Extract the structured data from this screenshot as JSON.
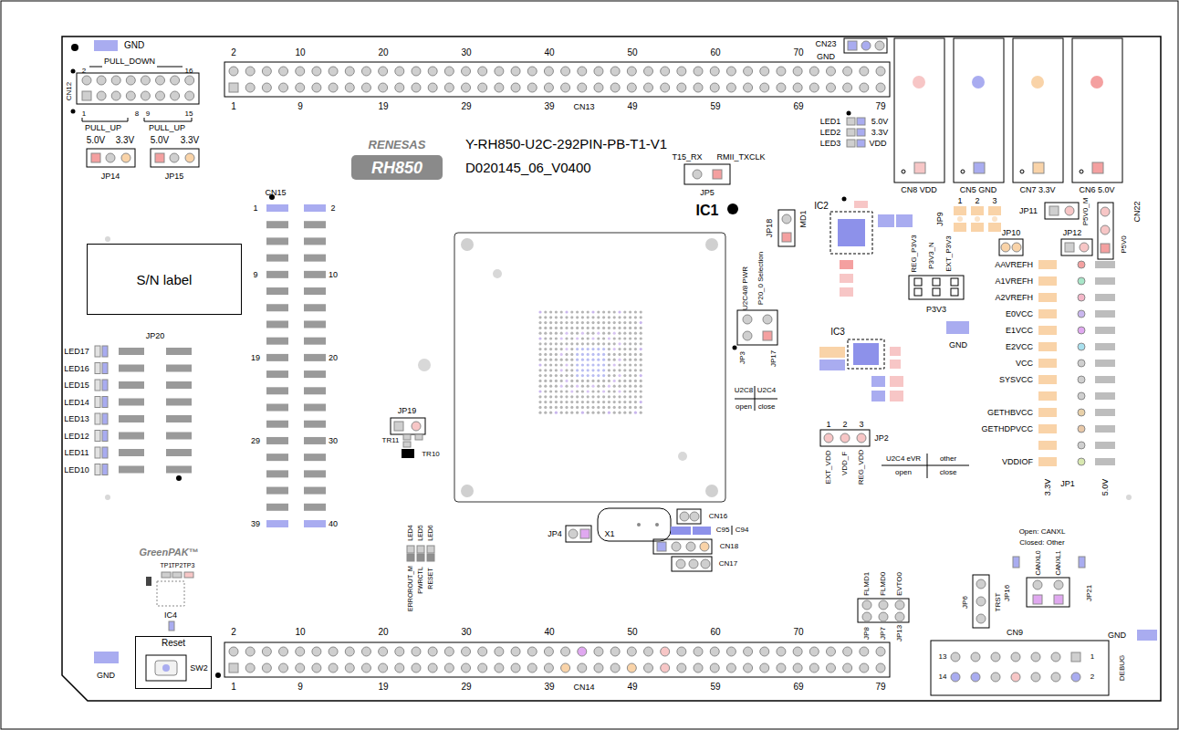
{
  "diagram": {
    "nodes": [
      {
        "text": [
          "S/N label"
        ]
      },
      {
        "text": [
          "Reset"
        ]
      }
    ],
    "labels": [
      "GND",
      "PULL_DOWN",
      "2",
      "16",
      "CN12",
      "1",
      "8",
      "9",
      "15",
      "PULL_UP",
      "PULL_UP",
      "5.0V",
      "3.3V",
      "5.0V",
      "3.3V",
      "JP14",
      "JP15",
      "2",
      "10",
      "20",
      "30",
      "40",
      "50",
      "60",
      "70",
      "1",
      "9",
      "19",
      "29",
      "39",
      "CN13",
      "49",
      "59",
      "69",
      "79",
      "CN23",
      "GND",
      "LED1",
      "LED2",
      "LED3",
      "5.0V",
      "3.3V",
      "VDD",
      "RENESAS",
      "RH850",
      "Y-RH850-U2C-292PIN-PB-T1-V1",
      "D020145_06_V0400",
      "T15_RX",
      "RMII_TXCLK",
      "JP5",
      "IC1",
      "JP18",
      "MD1",
      "CN8 VDD",
      "CN5 GND",
      "CN7 3.3V",
      "CN6 5.0V",
      "IC2",
      "JP9",
      "1",
      "2",
      "3",
      "JP11",
      "P5V0_M",
      "CN22",
      "JP10",
      "JP12",
      "P5V0",
      "REG_P3V3",
      "P3V3_N",
      "EXT_P3V3",
      "P3V3",
      "AAVREFH",
      "A1VREFH",
      "A2VREFH",
      "E0VCC",
      "E1VCC",
      "E2VCC",
      "VCC",
      "SYSVCC",
      "GETHBVCC",
      "GETHDPVCC",
      "VDDIOF",
      "3.3V",
      "JP1",
      "5.0V",
      "GND",
      "IC3",
      "U2C4/8 PWR",
      "P20_0 Selection",
      "JP3",
      "JP17",
      "U2C8",
      "U2C4",
      "open",
      "close",
      "CN15",
      "1",
      "2",
      "9",
      "10",
      "19",
      "20",
      "29",
      "30",
      "39",
      "40",
      "JP20",
      "LED17",
      "LED16",
      "LED15",
      "LED14",
      "LED13",
      "LED12",
      "LED11",
      "LED10",
      "JP19",
      "TR11",
      "TR10",
      "1",
      "2",
      "3",
      "JP2",
      "EXT_VDD",
      "VDD_F",
      "REG_VDD",
      "U2C4 eVR",
      "other",
      "open",
      "close",
      "JP4",
      "X1",
      "CN16",
      "C95",
      "C94",
      "CN18",
      "CN17",
      "LED4",
      "LED5",
      "LED6",
      "ERROROUT_M",
      "PWRCTL",
      "RESET",
      "GreenPAK™",
      "TP1",
      "TP2",
      "TP3",
      "IC4",
      "SW2",
      "GND",
      "FLMD1",
      "FLMD0",
      "EVTO0",
      "JP8",
      "JP7",
      "JP13",
      "JP6",
      "TRST",
      "Open: CANXL",
      "Closed: Other",
      "CANXL0",
      "CANXL1",
      "JP16",
      "JP21",
      "GND",
      "CN9",
      "13",
      "1",
      "14",
      "2",
      "DEBUG",
      "2",
      "10",
      "20",
      "30",
      "40",
      "50",
      "60",
      "70",
      "1",
      "9",
      "19",
      "29",
      "39",
      "CN14",
      "49",
      "59",
      "69",
      "79"
    ]
  }
}
